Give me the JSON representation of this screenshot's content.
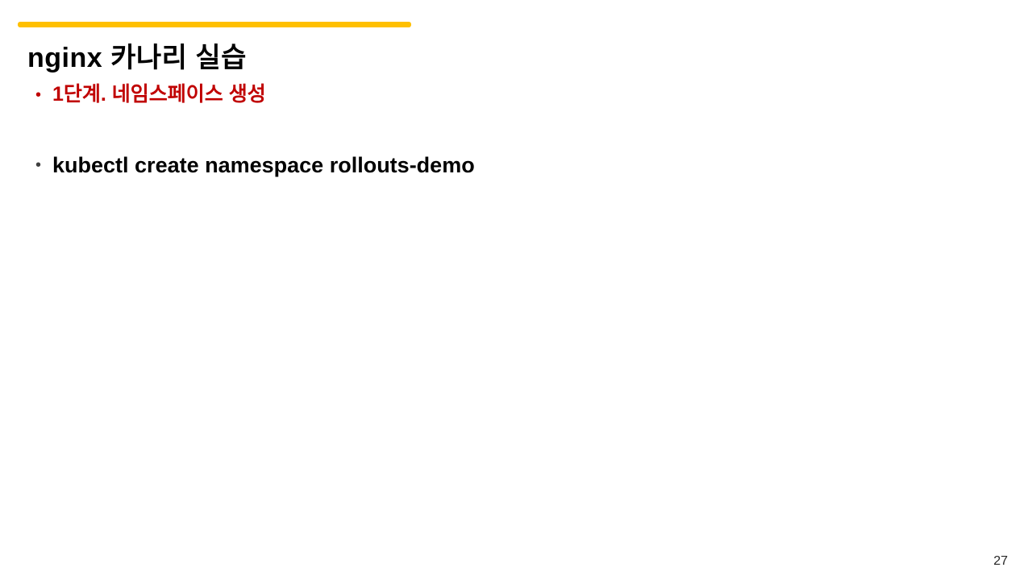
{
  "slide": {
    "title": "nginx 카나리 실습",
    "bullet_glyph": "•",
    "bullets": [
      {
        "text": "1단계. 네임스페이스 생성",
        "color": "#C00000"
      },
      {
        "text": "kubectl create namespace rollouts-demo",
        "color": "#000000"
      }
    ],
    "accent_color": "#FFC000",
    "page_number": "27"
  }
}
